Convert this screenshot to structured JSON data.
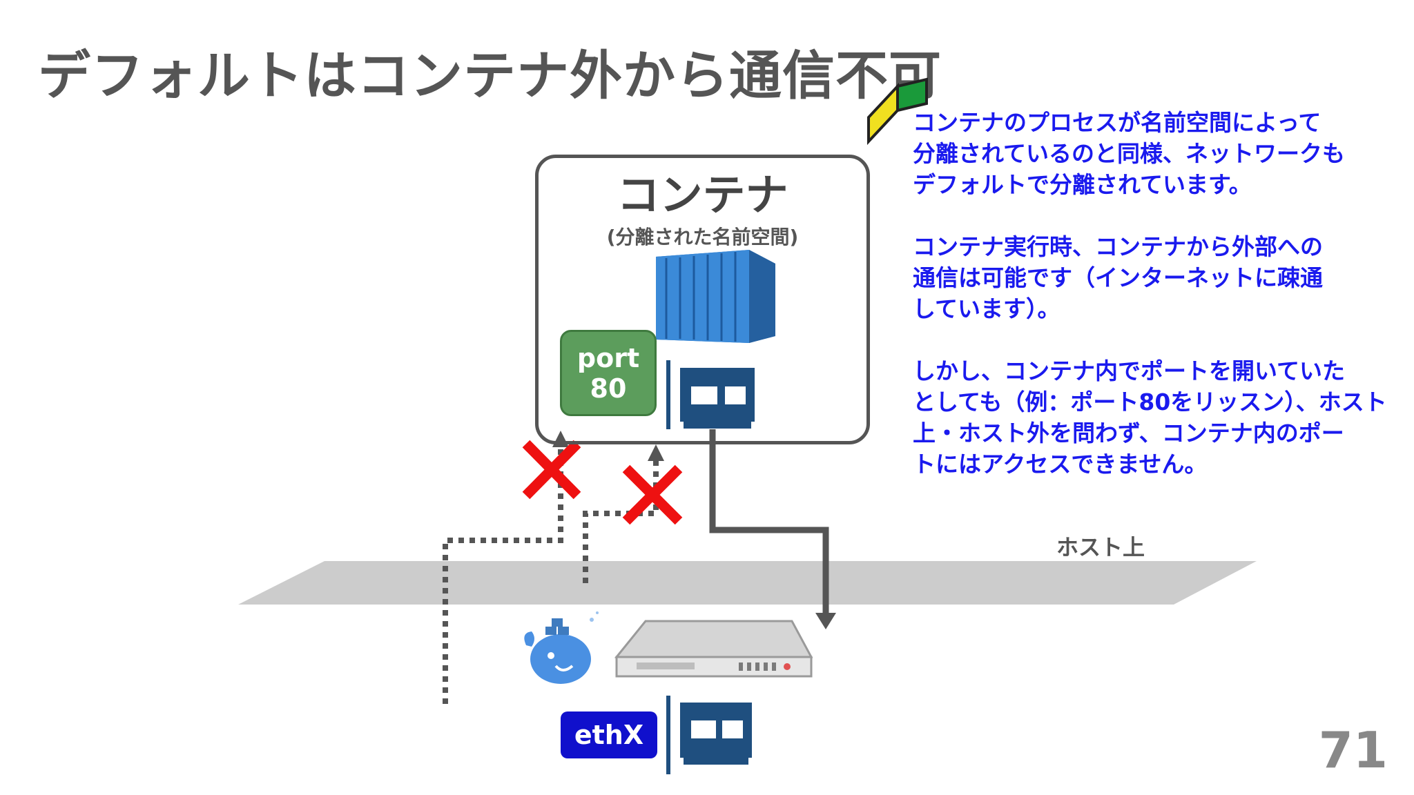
{
  "title": "デフォルトはコンテナ外から通信不可",
  "container": {
    "label": "コンテナ",
    "sublabel": "(分離された名前空間)"
  },
  "port": {
    "line1": "port",
    "line2": "80"
  },
  "host_label": "ホスト上",
  "ethx_label": "ethX",
  "note": {
    "paragraph1": "コンテナのプロセスが名前空間によって\n分離されているのと同様、ネットワークも\nデフォルトで分離されています。",
    "paragraph2": "コンテナ実行時、コンテナから外部への\n通信は可能です（インターネットに疎通\nしています）。",
    "paragraph3": "しかし、コンテナ内でポートを開いていた\nとしても（例：ポート80をリッスン）、ホスト\n上・ホスト外を問わず、コンテナ内のポー\nトにはアクセスできません。"
  },
  "page_number": "71",
  "colors": {
    "note_text": "#1a1aee",
    "blocked_mark": "#ee1111",
    "port_fill": "#5c9d5c",
    "ethx_fill": "#1010cc",
    "nic_fill": "#1f4f7f",
    "host_plane": "#cccccc"
  },
  "icons": [
    "beginner-mark-icon",
    "shipping-container-icon",
    "nic-card-icon",
    "server-icon",
    "docker-whale-icon",
    "blocked-x-icon"
  ]
}
